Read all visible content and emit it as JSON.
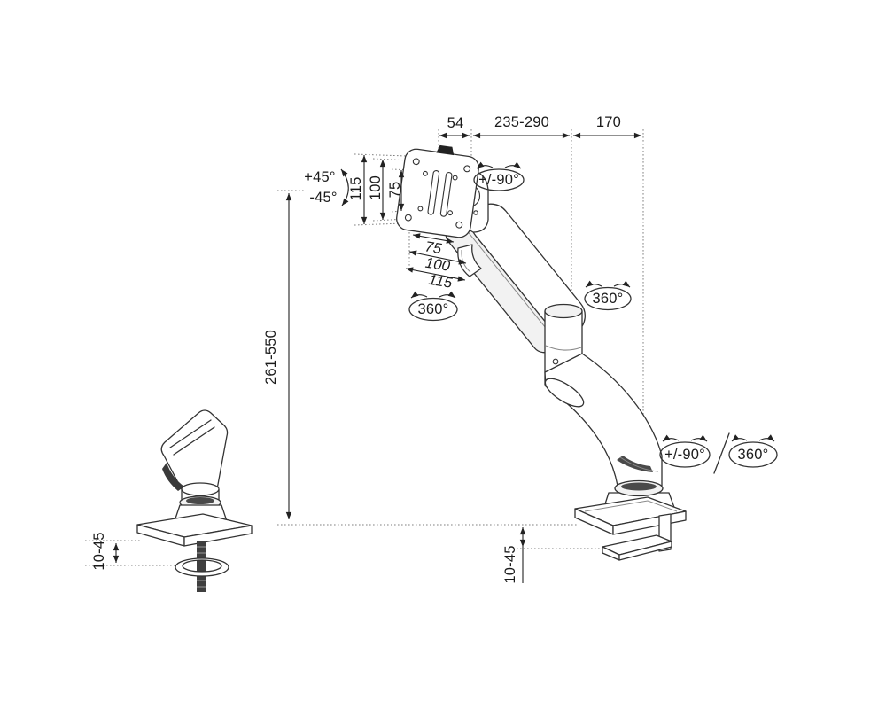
{
  "diagram": {
    "type": "technical-dimension-drawing",
    "subject": "gas-spring monitor desk mount arm",
    "colors": {
      "background": "#ffffff",
      "line": "#333333",
      "text": "#1b1b1b"
    },
    "dimensions": {
      "top_width_left": "54",
      "top_width_middle": "235-290",
      "top_width_right": "170",
      "vesa_height_outer": "115",
      "vesa_height_mid": "100",
      "vesa_height_inner": "75",
      "vesa_width_inner": "75",
      "vesa_width_mid": "100",
      "vesa_width_outer": "115",
      "height_range": "261-550",
      "desk_thickness_side_view": "10-45",
      "desk_thickness_main_view": "10-45"
    },
    "rotations": {
      "tilt_up": "+45°",
      "tilt_down": "-45°",
      "head_swivel": "+/-90°",
      "vesa_rotation": "360°",
      "elbow_rotation": "360°",
      "base_swivel": "+/-90°",
      "base_rotation": "360°"
    }
  }
}
